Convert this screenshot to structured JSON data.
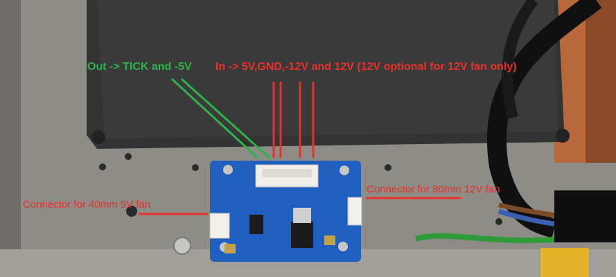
{
  "annotations": {
    "out_label": "Out -> TICK and -5V",
    "in_label": "In -> 5V,GND,-12V and 12V (12V optional for 12V fan only)",
    "connector_80mm": "Connector for 80mm 12V fan",
    "connector_40mm": "Connector for 40mm 5V fan"
  },
  "colors": {
    "green_annotation": "#2db34a",
    "red_annotation": "#e8312a",
    "pcb_blue": "#1f5fc0",
    "metal_chassis": "#8d8b86",
    "dark_panel": "#333333",
    "wood": "#b8683a"
  }
}
